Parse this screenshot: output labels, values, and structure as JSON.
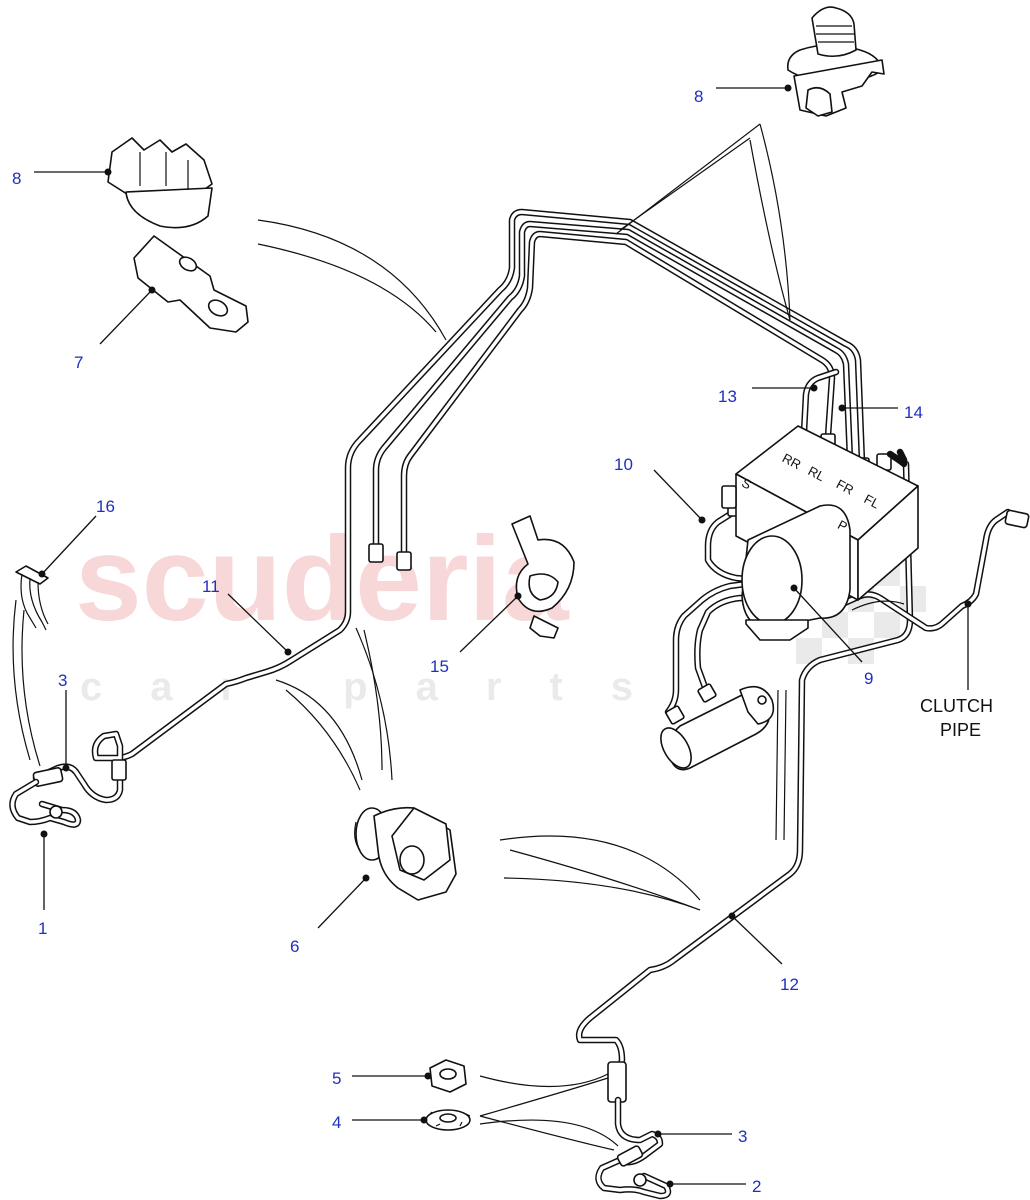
{
  "watermark": {
    "line1": "scuderia",
    "line2": "car parts",
    "color": "#f2b8b8"
  },
  "annotations": {
    "clutch_pipe_line1": "CLUTCH",
    "clutch_pipe_line2": "PIPE"
  },
  "modulator_ports": {
    "rr": "RR",
    "rl": "RL",
    "fr": "FR",
    "fl": "FL",
    "s": "S",
    "p": "P"
  },
  "callouts": {
    "c8_top": "8",
    "c8_left": "8",
    "c7": "7",
    "c16": "16",
    "c11": "11",
    "c3_left": "3",
    "c1": "1",
    "c15": "15",
    "c6": "6",
    "c13": "13",
    "c14": "14",
    "c10": "10",
    "c9": "9",
    "c12": "12",
    "c5": "5",
    "c4": "4",
    "c3_bottom": "3",
    "c2": "2"
  },
  "colors": {
    "callout_text": "#1f2fbf",
    "line": "#111111"
  }
}
